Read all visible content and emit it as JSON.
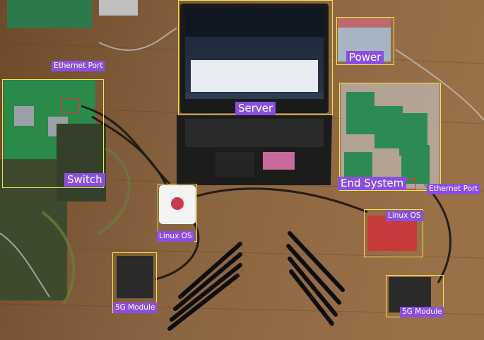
{
  "labels": {
    "ethernet_port_left": "Ethernet Port",
    "switch": "Switch",
    "server": "Server",
    "power": "Power",
    "end_system": "End System",
    "ethernet_port_right": "Ethernet Port",
    "linux_os_left": "Linux OS",
    "linux_os_right": "Linux OS",
    "module_5g_left": "5G Module",
    "module_5g_right": "5G Module"
  },
  "colors": {
    "box_outline": "#f2e64a",
    "label_background": "#8b4fe0",
    "label_text": "#ffffff",
    "port_marker": "#e8343a"
  }
}
